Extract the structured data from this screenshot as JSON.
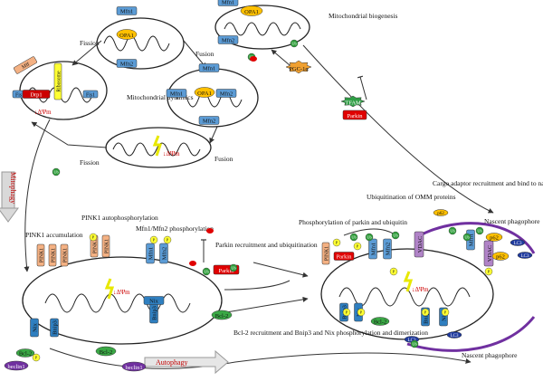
{
  "labels": {
    "fission_top": "Fission",
    "fusion_top": "Fusion",
    "mito_dynamics": "Mitochondrial dynamics",
    "fusion_bottom": "Fusion",
    "fission_bottom": "Fission",
    "mito_biogenesis": "Mitochondrial biogenesis",
    "mitophagy": "Mitophagy",
    "pink1_accumulation": "PINK1 accumulation",
    "pink1_autophos": "PINK1 autophosphorylation",
    "mfn_phos": "Mfn1/Mfn2 phosphorylation",
    "parkin_recruit": "Parkin recruitment and ubiquitination",
    "phos_parkin_ub": "Phosphorylation of parkin and ubiquitin",
    "ub_omm": "Ubiquitination of OMM proteins",
    "cargo_adaptor": "Cargo adaptor recruitment and bind to nascent phagophore",
    "nascent_top": "Nascent phagophore",
    "nascent_bottom": "Nascent phagophore",
    "bcl2_recruit": "Bcl-2 recruitment and Bnip3 and Nix phosphorylation and dimerization",
    "autophagy": "Autophagy",
    "delta_psi": "↓ΔΨm"
  },
  "proteins": {
    "mfn1": "Mfn1",
    "mfn2": "Mfn2",
    "opa1": "OPA1",
    "pgc1a": "PGC-1α",
    "tfam": "TFAM",
    "parkin": "Parkin",
    "ub": "Ub",
    "p": "P",
    "pink1": "PINK1",
    "drp1": "Drp1",
    "fis1": "Fis1",
    "mff": "Mff",
    "vdac": "VDAC",
    "p62": "p62",
    "lc3": "LC3",
    "nix": "Nix",
    "bnip3": "Bnip3",
    "bcl2": "Bcl-2",
    "beclin1": "beclin1",
    "ribosome": "Ribosome"
  },
  "colors": {
    "mfn": "#5b9bd5",
    "opa1": "#ffc000",
    "pink1": "#f4b183",
    "parkin": "#e00000",
    "ub": "#2e9e3a",
    "phos": "#ffff33",
    "vdac": "#b083c7",
    "p62": "#ffc000",
    "lc3": "#1f3a9e",
    "nix": "#2f7fc0",
    "bcl2": "#3aa845",
    "beclin1": "#7030a0",
    "pgc": "#f0a030",
    "tfam": "#2f9e45",
    "drp": "#cc0000",
    "delta": "#cc0000"
  }
}
